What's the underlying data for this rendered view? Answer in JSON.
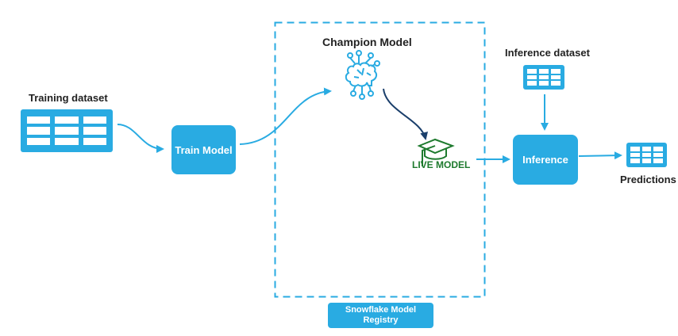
{
  "nodes": {
    "training_dataset": {
      "label": "Training dataset",
      "icon": "table-icon"
    },
    "train_model": {
      "label": "Train Model"
    },
    "champion_model": {
      "label": "Champion Model",
      "icon": "brain-circuit-icon"
    },
    "live_model": {
      "label": "LIVE MODEL",
      "icon": "graduation-cap-icon"
    },
    "inference_dataset": {
      "label": "Inference dataset",
      "icon": "table-icon"
    },
    "inference": {
      "label": "Inference"
    },
    "predictions": {
      "label": "Predictions",
      "icon": "table-icon"
    },
    "registry": {
      "label_line1": "Snowflake Model",
      "label_line2": "Registry"
    }
  },
  "edges": [
    {
      "from": "training_dataset",
      "to": "train_model"
    },
    {
      "from": "train_model",
      "to": "champion_model"
    },
    {
      "from": "champion_model",
      "to": "live_model"
    },
    {
      "from": "live_model",
      "to": "inference"
    },
    {
      "from": "inference_dataset",
      "to": "inference"
    },
    {
      "from": "inference",
      "to": "predictions"
    }
  ],
  "colors": {
    "primary": "#29abe2",
    "live_model_green": "#1e7a2e",
    "dark_arrow": "#1b3f6b",
    "label_text": "#222222"
  }
}
